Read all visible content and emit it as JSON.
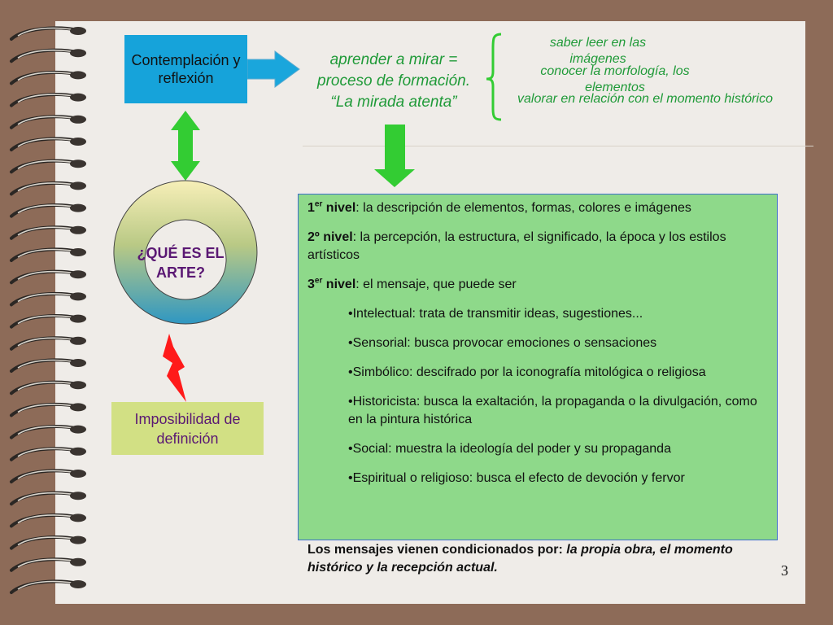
{
  "slide": {
    "page_number": "3",
    "contemplation_box": "Contemplación y reflexión",
    "learning_text": "aprender a mirar = proceso de formación. “La mirada atenta”",
    "learning_items": [
      "saber leer en las imágenes",
      "conocer la morfología, los elementos",
      "valorar en relación con el momento histórico"
    ],
    "central_question": "¿QUÉ ES EL ARTE?",
    "impossibility_box": "Imposibilidad de definición",
    "levels": [
      {
        "num": "1",
        "sup": "er",
        "name": " nivel",
        "text": ": la descripción de elementos, formas, colores e imágenes"
      },
      {
        "num": "2º",
        "sup": "",
        "name": " nivel",
        "text": ": la percepción, la estructura, el significado, la época y los estilos artísticos"
      },
      {
        "num": "3",
        "sup": "er",
        "name": " nivel",
        "text": ": el mensaje, que puede ser"
      }
    ],
    "message_types": [
      "•Intelectual: trata de transmitir ideas, sugestiones...",
      "•Sensorial: busca provocar emociones o sensaciones",
      "•Simbólico: descifrado por la iconografía mitológica o religiosa",
      "•Historicista: busca la exaltación, la propaganda o la divulgación, como en la pintura histórica",
      "•Social: muestra la ideología del poder y su propaganda",
      "•Espiritual o religioso: busca el efecto de devoción y fervor"
    ],
    "conclusion_bold": "Los mensajes vienen condicionados por: ",
    "conclusion_italic": "la propia obra, el momento histórico y la recepción actual."
  },
  "colors": {
    "background": "#8d6b58",
    "paper": "#efece8",
    "blue_box": "#16a3da",
    "green_text": "#1f9a38",
    "green_box": "#8ed98a",
    "arrow_green": "#33cc33",
    "arrow_blue": "#1aa6dc",
    "purple_text": "#5a1873",
    "yellow_box": "#d2e084",
    "lightning": "#ff1a1a"
  }
}
